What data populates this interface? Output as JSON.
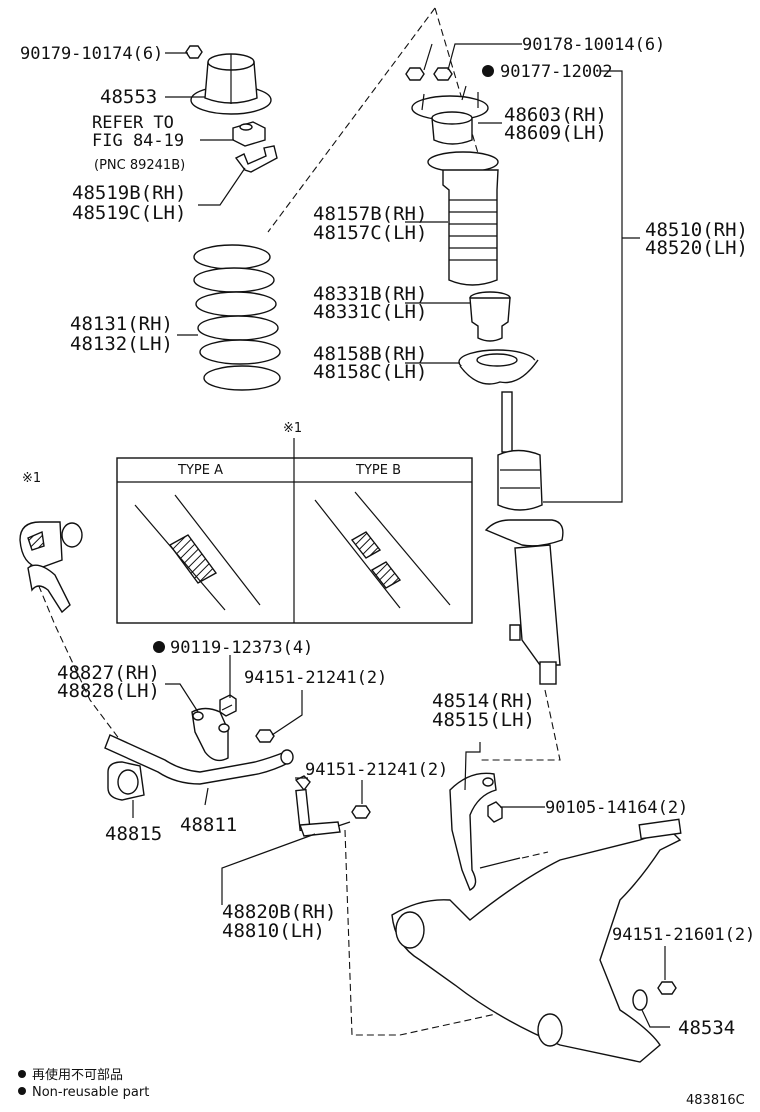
{
  "labels": {
    "p90179": "90179-10174(6)",
    "p48553": "48553",
    "refer1": "REFER TO",
    "refer2": "FIG 84-19",
    "refer3": "(PNC 89241B)",
    "p48519b": "48519B(RH)",
    "p48519c": "48519C(LH)",
    "p48131": "48131(RH)",
    "p48132": "48132(LH)",
    "p90178": "90178-10014(6)",
    "p90177": "90177-12002",
    "p48603": "48603(RH)",
    "p48609": "48609(LH)",
    "p48157b": "48157B(RH)",
    "p48157c": "48157C(LH)",
    "p48510": "48510(RH)",
    "p48520": "48520(LH)",
    "p48331b": "48331B(RH)",
    "p48331c": "48331C(LH)",
    "p48158b": "48158B(RH)",
    "p48158c": "48158C(LH)",
    "ref1_top": "※1",
    "ref1_left": "※1",
    "typeA": "TYPE A",
    "typeB": "TYPE B",
    "p90119": "90119-12373(4)",
    "p48827": "48827(RH)",
    "p48828": "48828(LH)",
    "p94151a": "94151-21241(2)",
    "p48514": "48514(RH)",
    "p48515": "48515(LH)",
    "p94151b": "94151-21241(2)",
    "p90105": "90105-14164(2)",
    "p48815": "48815",
    "p48811": "48811",
    "p48820b": "48820B(RH)",
    "p48810": "48810(LH)",
    "p94151c": "94151-21601(2)",
    "p48534": "48534",
    "legend_jp": "再使用不可部品",
    "legend_en": "Non-reusable part",
    "figure_id": "483816C"
  },
  "colors": {
    "ink": "#111111",
    "paper": "#ffffff"
  }
}
